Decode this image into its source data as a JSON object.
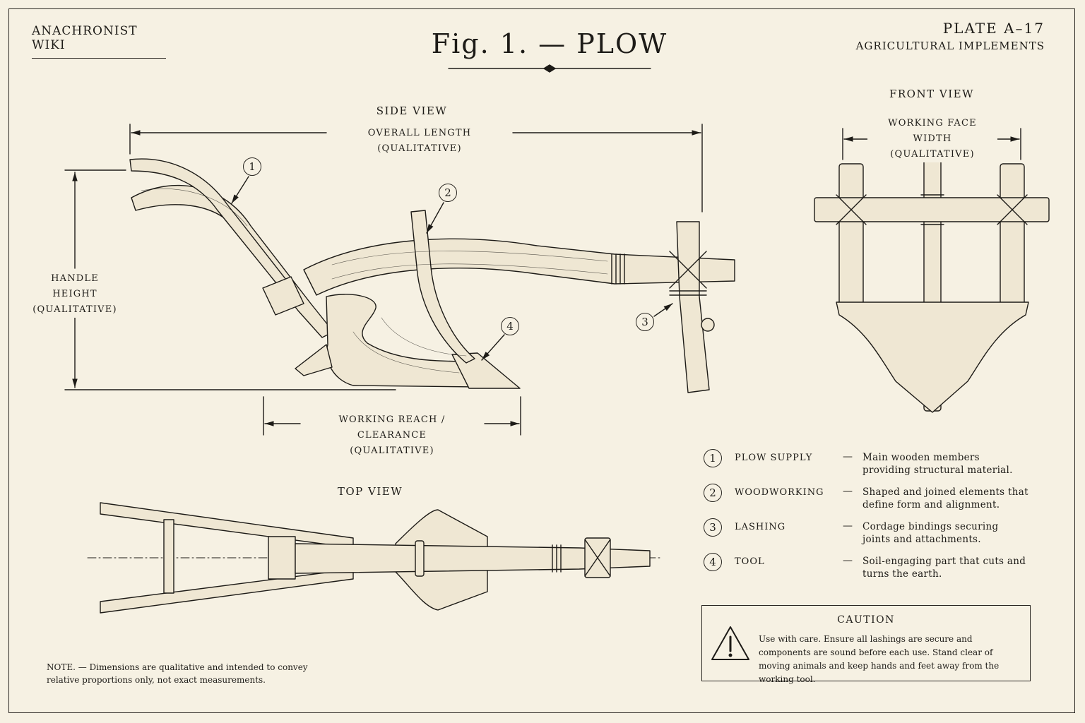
{
  "header": {
    "wiki": "ANACHRONIST WIKI",
    "title": "Fig. 1. — PLOW",
    "plate": "PLATE  A–17",
    "plate_subtitle": "AGRICULTURAL IMPLEMENTS"
  },
  "views": {
    "side": "SIDE VIEW",
    "front": "FRONT VIEW",
    "top": "TOP VIEW"
  },
  "dimensions": {
    "overall_length": "OVERALL LENGTH (QUALITATIVE)",
    "handle_height_1": "HANDLE HEIGHT",
    "handle_height_2": "(QUALITATIVE)",
    "working_reach_1": "WORKING REACH / CLEARANCE",
    "working_reach_2": "(QUALITATIVE)",
    "working_face_1": "WORKING FACE WIDTH",
    "working_face_2": "(QUALITATIVE)"
  },
  "callouts": [
    "1",
    "2",
    "3",
    "4"
  ],
  "legend": [
    {
      "num": "1",
      "name": "PLOW SUPPLY",
      "dash": "—",
      "desc": "Main wooden members providing structural material."
    },
    {
      "num": "2",
      "name": "WOODWORKING",
      "dash": "—",
      "desc": "Shaped and joined elements that define form and alignment."
    },
    {
      "num": "3",
      "name": "LASHING",
      "dash": "—",
      "desc": "Cordage bindings securing joints and attachments."
    },
    {
      "num": "4",
      "name": "TOOL",
      "dash": "—",
      "desc": "Soil-engaging part that cuts and turns the earth."
    }
  ],
  "caution": {
    "title": "CAUTION",
    "body": "Use with care.  Ensure all lashings are secure and components are sound before each use.  Stand clear of moving animals and keep hands and feet away from the working tool."
  },
  "note": "NOTE.  —  Dimensions are qualitative and intended to convey relative proportions only, not exact measurements.",
  "icons": {
    "warning": "warning-triangle-icon"
  },
  "colors": {
    "paper": "#f6f1e3",
    "ink": "#1d1b17",
    "wood": "#efe7d3"
  }
}
